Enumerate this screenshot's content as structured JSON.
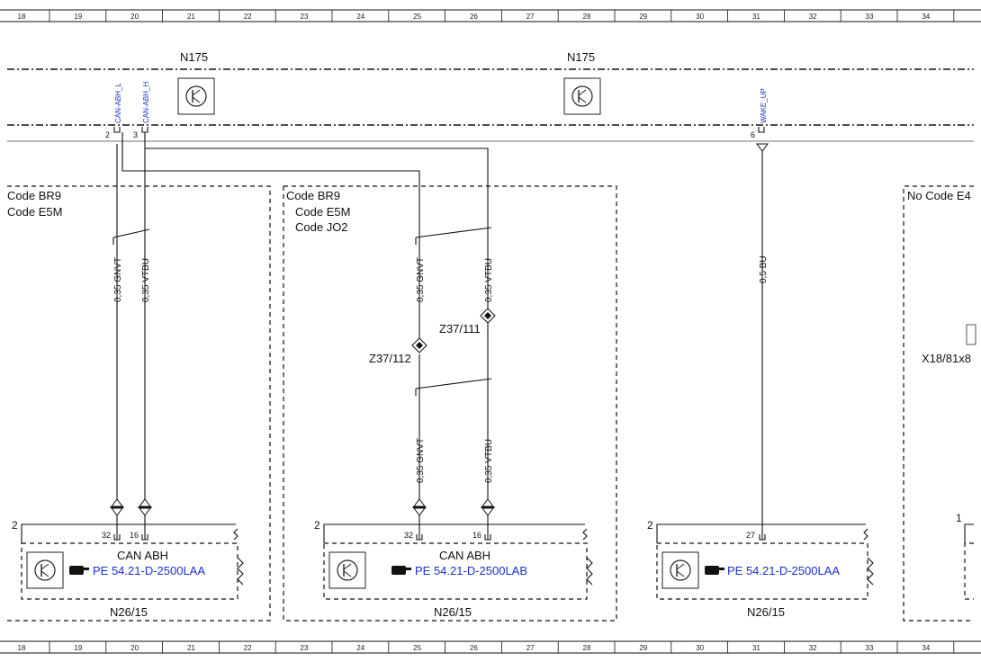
{
  "ruler": {
    "columns": [
      "18",
      "19",
      "20",
      "21",
      "22",
      "23",
      "24",
      "25",
      "26",
      "27",
      "28",
      "29",
      "30",
      "31",
      "32",
      "33",
      "34"
    ]
  },
  "modules": {
    "n175_left": "N175",
    "n175_right": "N175"
  },
  "signals": {
    "can_abh_l": "CAN-ABH_L",
    "can_abh_h": "CAN-ABH_H",
    "wake_up": "WAKE_UP"
  },
  "pins": {
    "top_2": "2",
    "top_3": "3",
    "top_6": "6",
    "bottom_32a": "32",
    "bottom_16a": "16",
    "bottom_32b": "32",
    "bottom_16b": "16",
    "bottom_27": "27"
  },
  "zones": {
    "left_code1": "Code BR9",
    "left_code2": "Code E5M",
    "mid_code1": "Code BR9",
    "mid_code2": "Code E5M",
    "mid_code3": "Code JO2",
    "right_code": "No Code E4"
  },
  "wires": {
    "w1": "0,35 GNVT",
    "w2": "0,35 VTBU",
    "w3": "0,35 GNVT",
    "w4": "0,35 VTBU",
    "w5": "0,35 GNVT",
    "w6": "0,35 VTBU",
    "w7": "0,5 BU"
  },
  "splices": {
    "z37_111": "Z37/111",
    "z37_112": "Z37/112"
  },
  "connector_right": "X18/81x8",
  "modules_bottom": {
    "can_abh_1": "CAN ABH",
    "can_abh_2": "CAN ABH",
    "ref_1": "PE 54.21-D-2500LAA",
    "ref_2": "PE 54.21-D-2500LAB",
    "ref_3": "PE 54.21-D-2500LAA",
    "n26_1": "N26/15",
    "n26_2": "N26/15",
    "n26_3": "N26/15",
    "num_1": "2",
    "num_2": "2",
    "num_3": "2",
    "num_4": "1"
  },
  "colors": {
    "link_blue": "#1a2fd0",
    "line": "#111111"
  }
}
